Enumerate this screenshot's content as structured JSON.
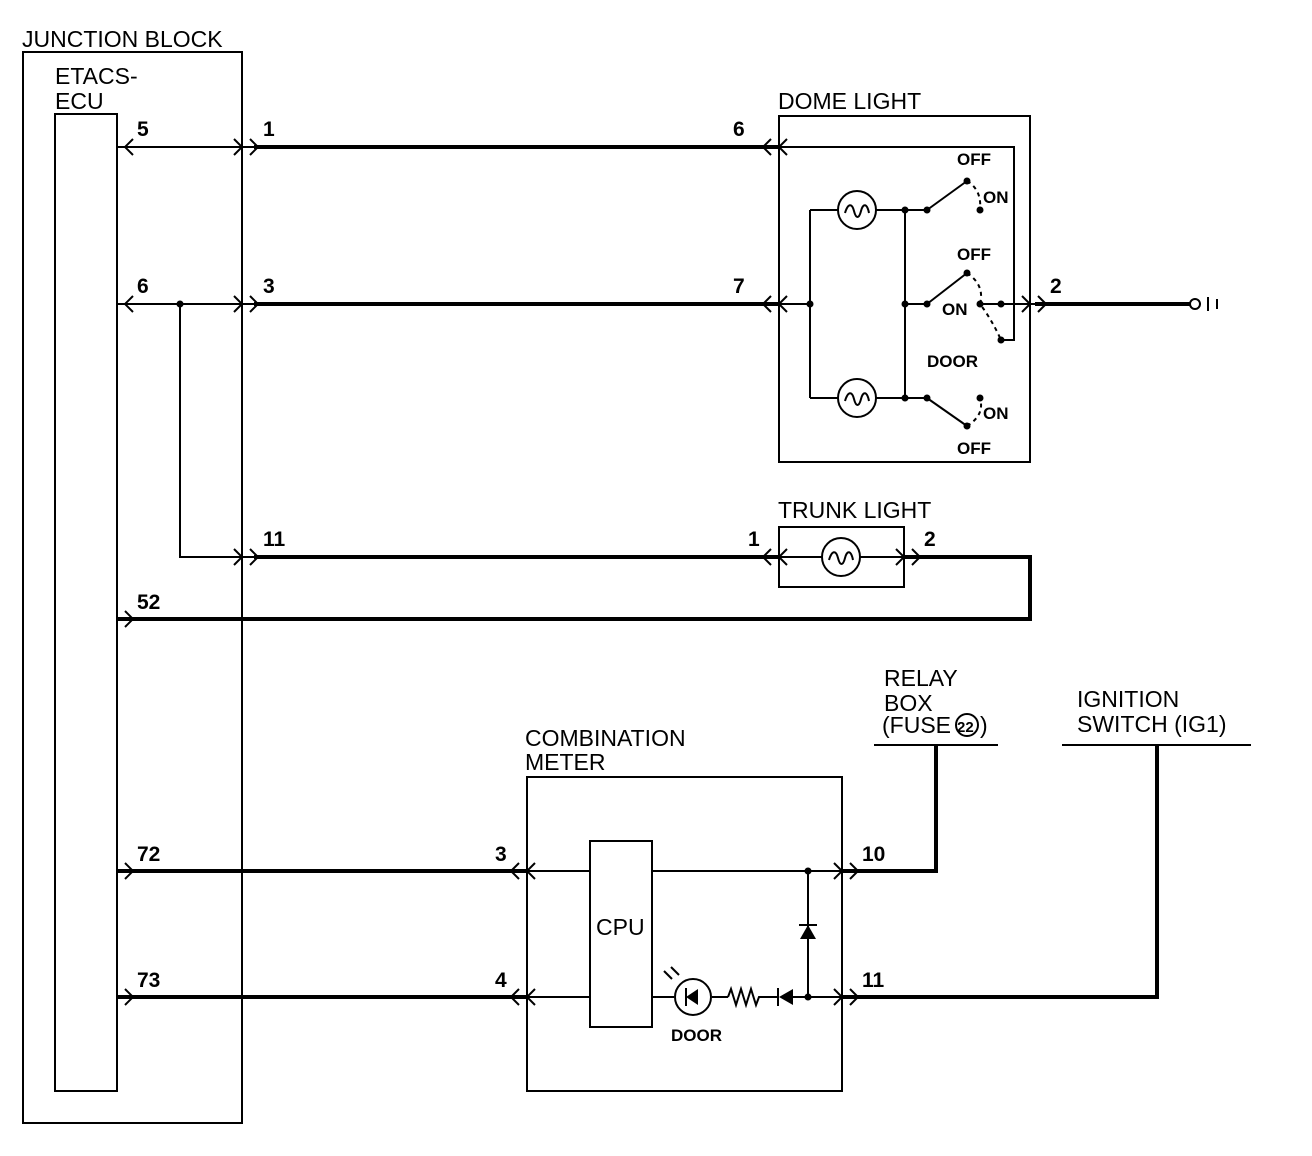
{
  "blocks": {
    "junction_block": "JUNCTION BLOCK",
    "etacs_ecu_1": "ETACS-",
    "etacs_ecu_2": "ECU",
    "dome_light": "DOME LIGHT",
    "trunk_light": "TRUNK LIGHT",
    "relay_box_1": "RELAY",
    "relay_box_2": "BOX",
    "relay_box_3": "(FUSE ",
    "relay_box_fuse_no": "22",
    "relay_box_4": ")",
    "ignition_1": "IGNITION",
    "ignition_2": "SWITCH (IG1)",
    "combination_meter_1": "COMBINATION",
    "combination_meter_2": "METER",
    "cpu": "CPU"
  },
  "pins": {
    "ecu_5": "5",
    "ecu_6": "6",
    "ecu_52": "52",
    "ecu_72": "72",
    "ecu_73": "73",
    "jb_1": "1",
    "jb_3": "3",
    "jb_11": "11",
    "dome_6": "6",
    "dome_7": "7",
    "dome_2": "2",
    "trunk_1": "1",
    "trunk_2": "2",
    "meter_3": "3",
    "meter_4": "4",
    "meter_10": "10",
    "meter_11": "11"
  },
  "switch_labels": {
    "top_off": "OFF",
    "top_on": "ON",
    "mid_off": "OFF",
    "mid_on": "ON",
    "mid_door": "DOOR",
    "bot_on": "ON",
    "bot_off": "OFF",
    "meter_door": "DOOR"
  }
}
